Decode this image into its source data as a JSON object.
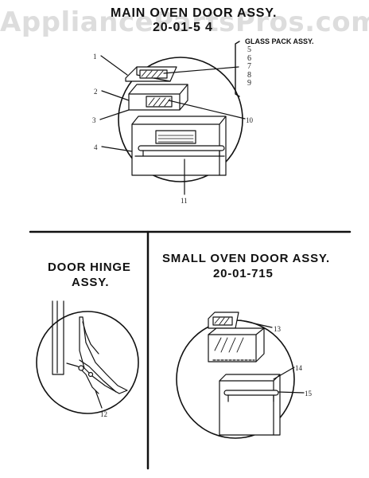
{
  "watermark": "AppliancePartsPros.com",
  "main_oven": {
    "title": "MAIN OVEN DOOR ASSY.",
    "part_number": "20-01-5 4",
    "glass_pack": {
      "title": "GLASS PACK ASSY.",
      "items": [
        "5",
        "6",
        "7",
        "8",
        "9"
      ]
    },
    "callouts": [
      "1",
      "2",
      "3",
      "4",
      "10",
      "11"
    ]
  },
  "door_hinge": {
    "title_line1": "DOOR HINGE",
    "title_line2": "ASSY.",
    "callout": "12"
  },
  "small_oven": {
    "title": "SMALL OVEN DOOR ASSY.",
    "part_number": "20-01-715",
    "callouts": [
      "13",
      "14",
      "15"
    ]
  }
}
